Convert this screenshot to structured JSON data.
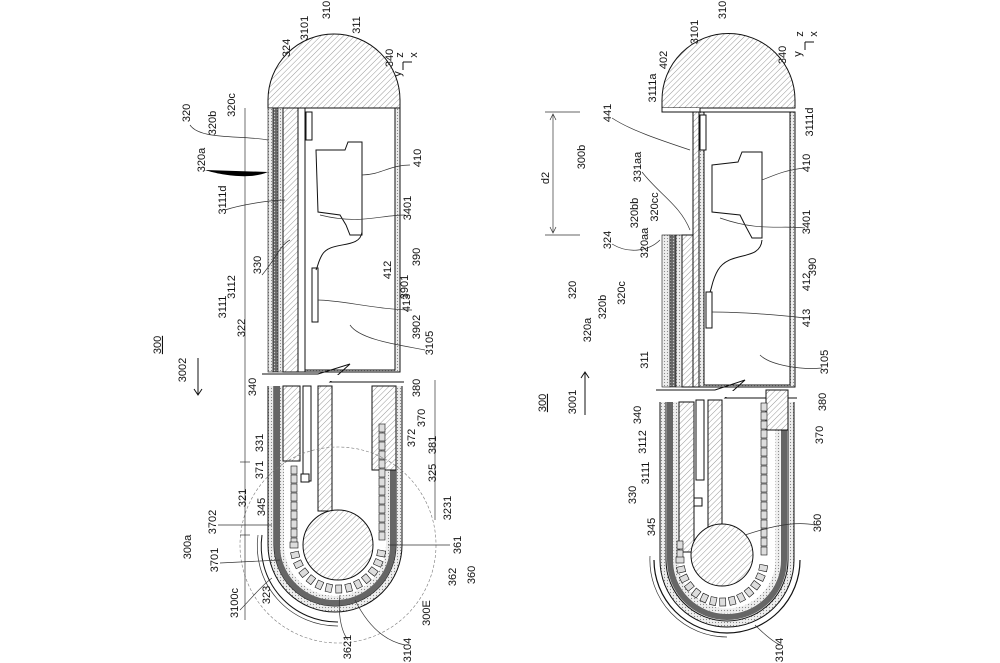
{
  "figure_a": {
    "ref": "300",
    "direction": "3002",
    "state": "300a",
    "axes": {
      "z": "z",
      "x": "x",
      "y": "y"
    },
    "labels": [
      "310",
      "3101",
      "311",
      "324",
      "340",
      "320",
      "320c",
      "320b",
      "320a",
      "3111d",
      "410",
      "3401",
      "330",
      "412",
      "390",
      "3112",
      "3111",
      "413",
      "3901",
      "322",
      "3902",
      "3105",
      "340",
      "380",
      "370",
      "372",
      "381",
      "331",
      "371",
      "325",
      "321",
      "345",
      "3231",
      "3702",
      "3701",
      "361",
      "362",
      "360",
      "3100c",
      "323",
      "300E",
      "3621",
      "3104"
    ]
  },
  "figure_b": {
    "ref": "300",
    "direction": "3001",
    "state": "300b",
    "axes": {
      "z": "z",
      "x": "x",
      "y": "y"
    },
    "labels": [
      "310",
      "3101",
      "402",
      "340",
      "3111a",
      "441",
      "3111d",
      "d2",
      "331aa",
      "320cc",
      "320bb",
      "410",
      "3401",
      "320aa",
      "324",
      "390",
      "412",
      "320",
      "320c",
      "320b",
      "320a",
      "413",
      "311",
      "3105",
      "340",
      "380",
      "3112",
      "370",
      "3111",
      "330",
      "360",
      "345",
      "3104"
    ]
  }
}
